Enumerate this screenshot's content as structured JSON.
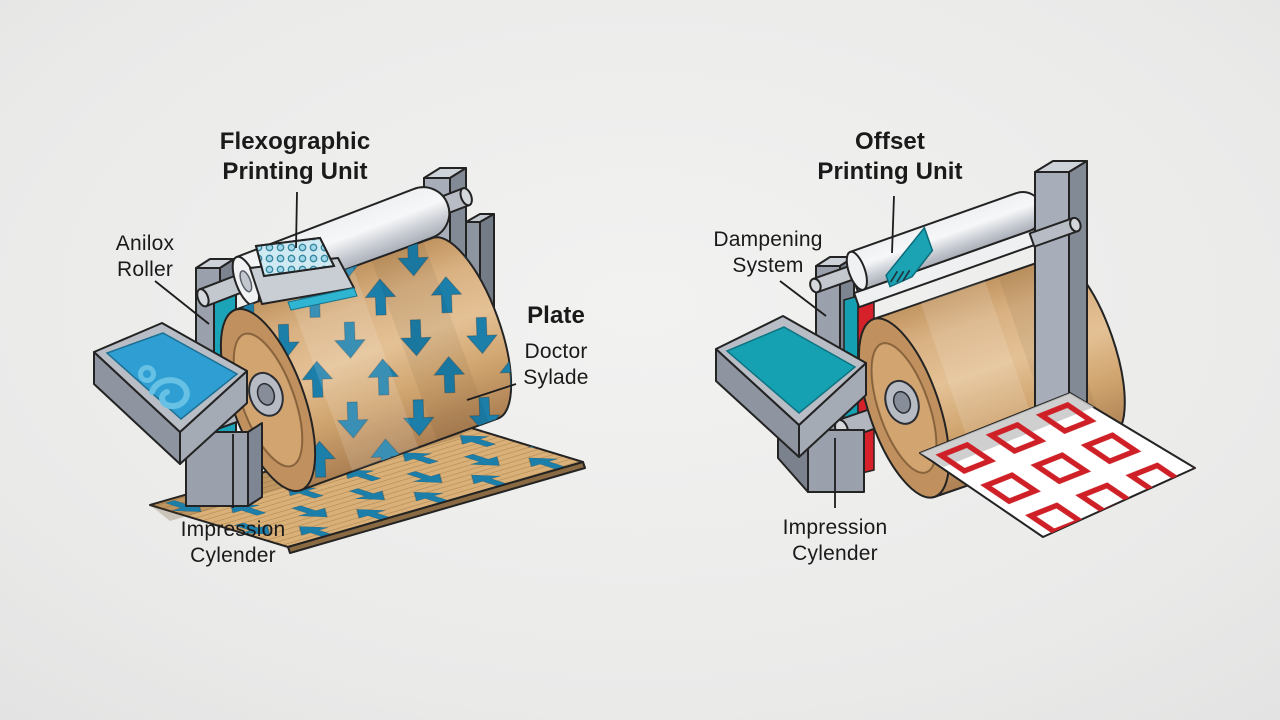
{
  "diagram": {
    "left_unit": {
      "title_line1": "Flexographic",
      "title_line2": "Printing Unit",
      "labels": {
        "anilox_line1": "Anilox",
        "anilox_line2": "Roller",
        "plate": "Plate",
        "doctor_line1": "Doctor",
        "doctor_line2": "Sylade",
        "impression_line1": "Impression",
        "impression_line2": "Cylender"
      }
    },
    "right_unit": {
      "title_line1": "Offset",
      "title_line2": "Printing Unit",
      "labels": {
        "dampening_line1": "Dampening",
        "dampening_line2": "System",
        "impression_line1": "Impression",
        "impression_line2": "Cylender"
      }
    },
    "colors": {
      "arrow_teal": "#1c7fa9",
      "ink_blue": "#2f9fd3",
      "fountain_teal": "#16a1b2",
      "offset_red": "#d6202a",
      "cylinder_tan": "#d4a976",
      "metal_gray": "#aab0ba",
      "background_gray": "#e9e9e8"
    }
  }
}
